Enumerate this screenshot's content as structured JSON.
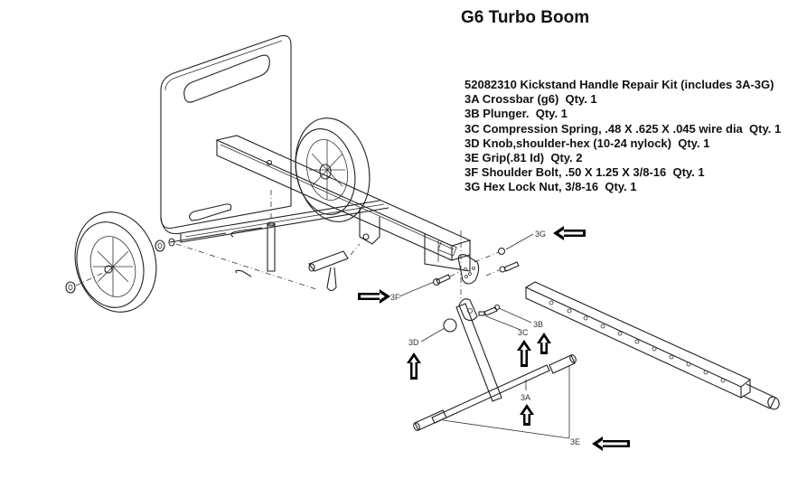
{
  "title": "G6 Turbo Boom",
  "parts_list": {
    "kit": "52082310 Kickstand Handle Repair Kit (includes 3A-3G)",
    "items": [
      {
        "id": "3A",
        "text": "3A Crossbar (g6)  Qty. 1"
      },
      {
        "id": "3B",
        "text": "3B Plunger.  Qty. 1"
      },
      {
        "id": "3C",
        "text": "3C Compression Spring, .48 X .625 X .045 wire dia  Qty. 1"
      },
      {
        "id": "3D",
        "text": "3D Knob,shoulder-hex (10-24 nylock)  Qty. 1"
      },
      {
        "id": "3E",
        "text": "3E Grip(.81 Id)  Qty. 2"
      },
      {
        "id": "3F",
        "text": "3F Shoulder Bolt, .50 X 1.25 X 3/8-16  Qty. 1"
      },
      {
        "id": "3G",
        "text": "3G Hex Lock Nut, 3/8-16  Qty. 1"
      }
    ]
  },
  "callouts": {
    "3A": "3A",
    "3B": "3B",
    "3C": "3C",
    "3D": "3D",
    "3E": "3E",
    "3F": "3F",
    "3G": "3G"
  },
  "arrows": [
    {
      "target": "3G",
      "direction": "left"
    },
    {
      "target": "3F",
      "direction": "right"
    },
    {
      "target": "3D",
      "direction": "up"
    },
    {
      "target": "3C",
      "direction": "up"
    },
    {
      "target": "3B",
      "direction": "up"
    },
    {
      "target": "3A",
      "direction": "up"
    },
    {
      "target": "3E",
      "direction": "left"
    }
  ],
  "colors": {
    "text": "#111111",
    "line": "#222222",
    "arrow": "#000000"
  }
}
